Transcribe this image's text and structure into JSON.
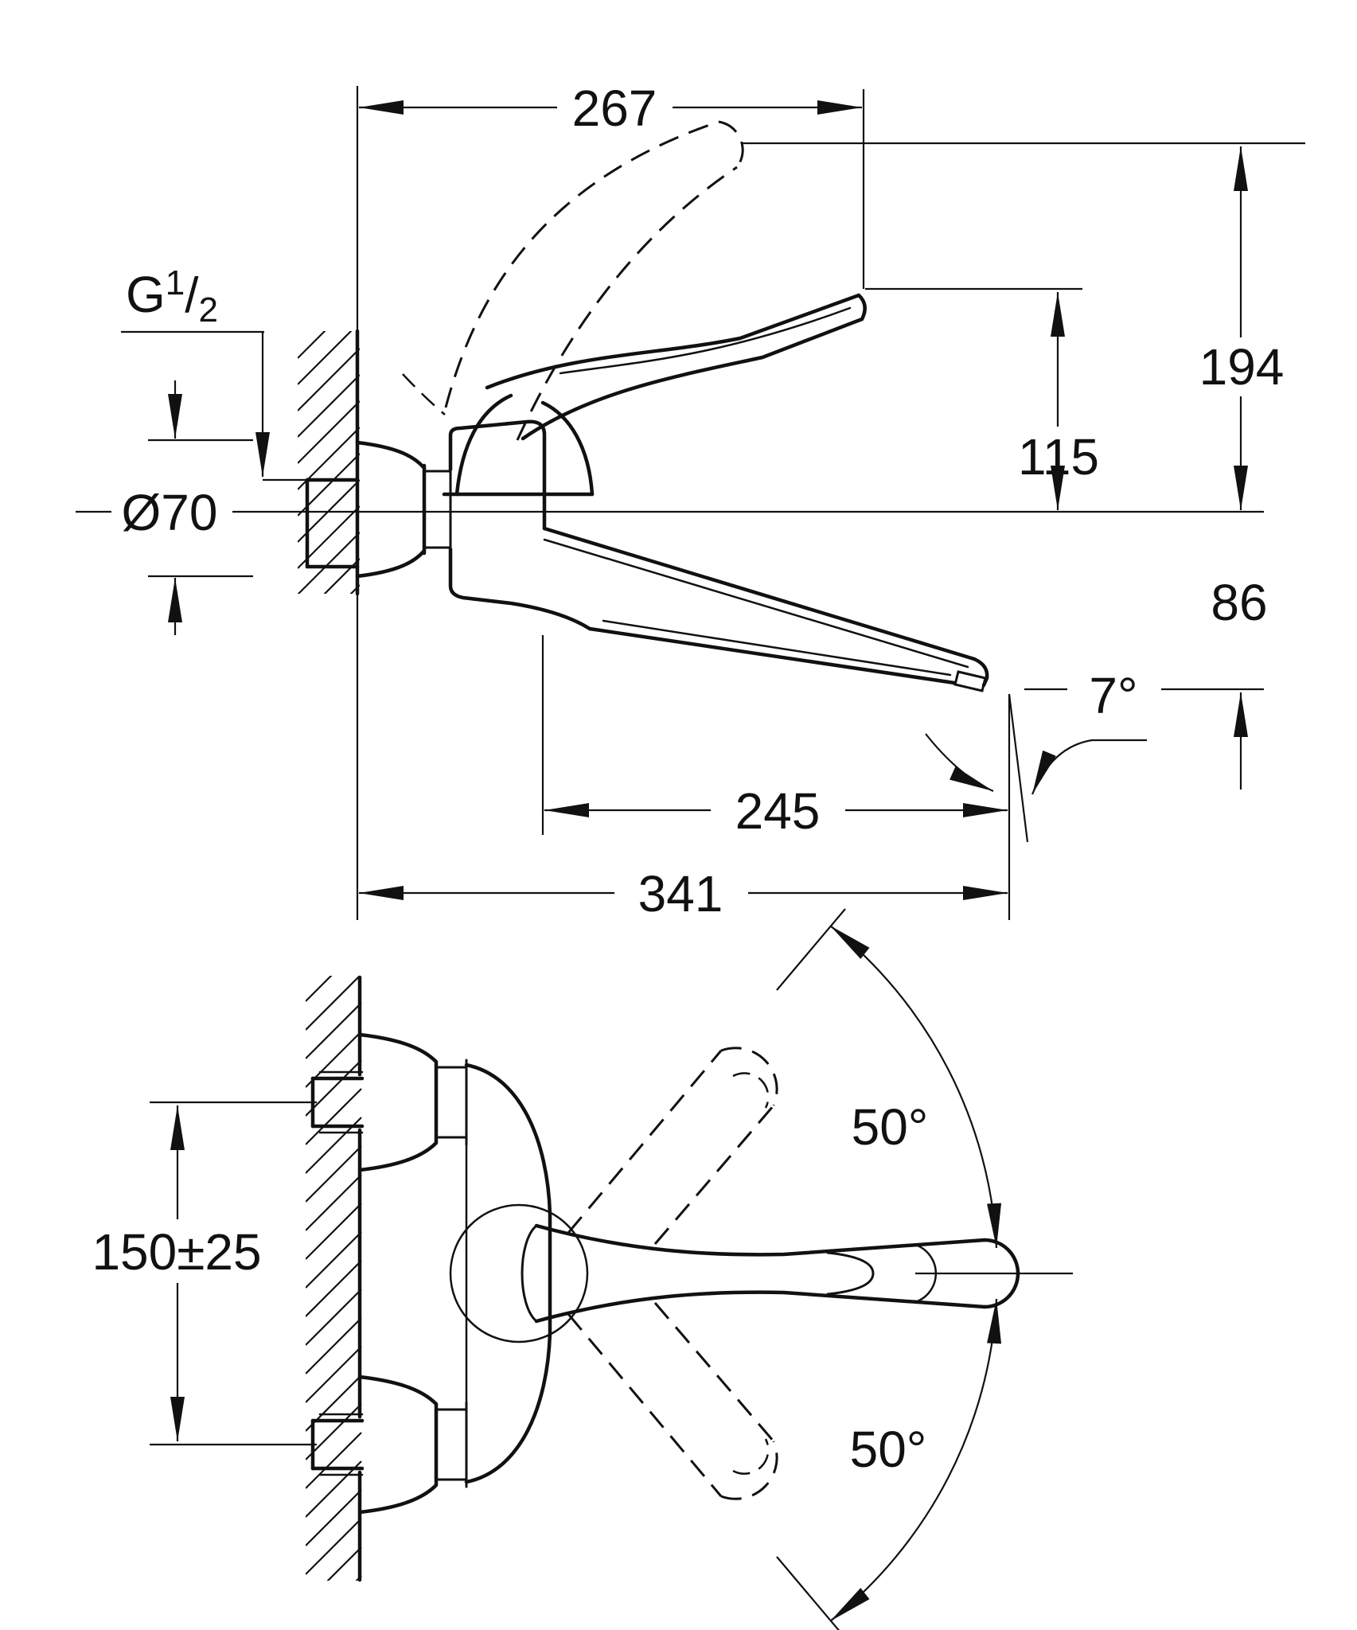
{
  "drawing": {
    "side_view": {
      "thread_label": {
        "base": "G",
        "numerator": "1",
        "slash": "/",
        "denominator": "2"
      },
      "escutcheon_diameter": "Ø70",
      "wall_to_handle_tip": "267",
      "handle_raised_height": "194",
      "handle_rest_height": "115",
      "axis_to_aerator_drop": "86",
      "spout_down_angle": "7°",
      "body_to_spout_end": "245",
      "wall_to_spout_end": "341"
    },
    "plan_view": {
      "connection_centers": "150±25",
      "handle_swing_upper": "50°",
      "handle_swing_lower": "50°"
    }
  }
}
